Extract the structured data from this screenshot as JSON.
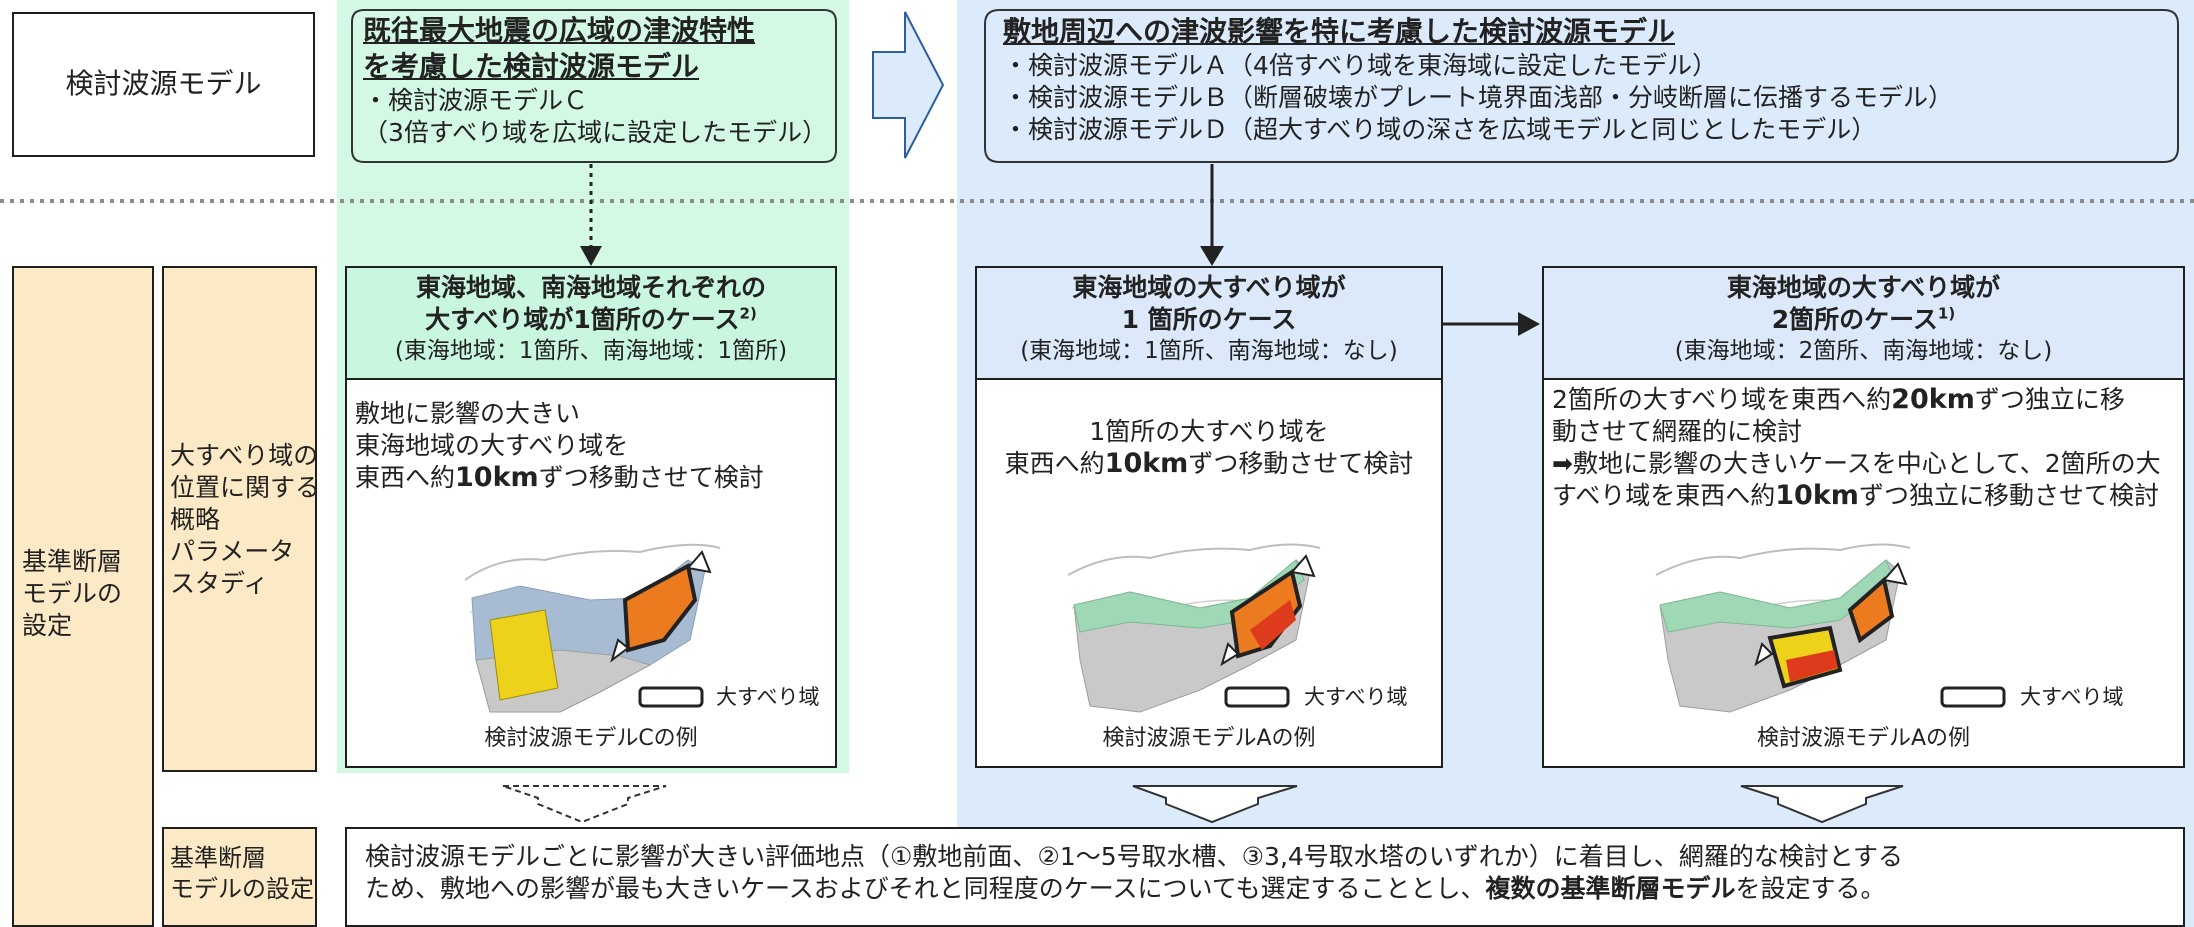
{
  "header": {
    "row_label": "検討波源モデル",
    "left": {
      "title_line1": "既往最大地震の広域の津波特性",
      "title_line2": "を考慮した検討波源モデル",
      "item1": "・検討波源モデルＣ",
      "item2": "（3倍すべり域を広域に設定したモデル）"
    },
    "right": {
      "title": "敷地周辺への津波影響を特に考慮した検討波源モデル",
      "items": [
        "・検討波源モデルＡ（4倍すべり域を東海域に設定したモデル）",
        "・検討波源モデルＢ（断層破壊がプレート境界面浅部・分岐断層に伝播するモデル）",
        "・検討波源モデルＤ（超大すべり域の深さを広域モデルと同じとしたモデル）"
      ]
    }
  },
  "side": {
    "outer_label": [
      "基準断層",
      "モデルの",
      "設定"
    ],
    "inner_label_1": [
      "大すべり域の",
      "位置に関する",
      "概略",
      "パラメータ",
      "スタディ"
    ],
    "inner_label_2": [
      "基準断層",
      "モデルの設定"
    ]
  },
  "cases": [
    {
      "title_line1": "東海地域、南海地域それぞれの",
      "title_line2": "大すべり域が1箇所のケース",
      "title_sup": "2)",
      "subtitle": "(東海地域：1箇所、南海地域：1箇所)",
      "body_lines": [
        "敷地に影響の大きい",
        "東海地域の大すべり域を"
      ],
      "body_last_pre": "東西へ約",
      "body_last_bold": "10km",
      "body_last_post": "ずつ移動させて検討",
      "legend": "大すべり域",
      "caption": "検討波源モデルCの例"
    },
    {
      "title_line1": "東海地域の大すべり域が",
      "title_line2": "1 箇所のケース",
      "title_sup": "",
      "subtitle": "(東海地域：1箇所、南海地域：なし)",
      "body_lines": [
        "1箇所の大すべり域を"
      ],
      "body_last_pre": "東西へ約",
      "body_last_bold": "10km",
      "body_last_post": "ずつ移動させて検討",
      "legend": "大すべり域",
      "caption": "検討波源モデルAの例"
    },
    {
      "title_line1": "東海地域の大すべり域が",
      "title_line2": "2箇所のケース",
      "title_sup": "1)",
      "subtitle": "(東海地域：2箇所、南海地域：なし)",
      "l1_pre": "2箇所の大すべり域を東西へ約",
      "l1_bold": "20km",
      "l1_post": "ずつ独立に移",
      "l2": "動させて網羅的に検討",
      "l3": "➡敷地に影響の大きいケースを中心として、2箇所の大",
      "l4_pre": "すべり域を東西へ約",
      "l4_bold": "10km",
      "l4_post": "ずつ独立に移動させて検討",
      "legend": "大すべり域",
      "caption": "検討波源モデルAの例"
    }
  ],
  "bottom": {
    "line1": "検討波源モデルごとに影響が大きい評価地点（①敷地前面、②1～5号取水槽、③3,4号取水塔のいずれか）に着目し、網羅的な検討とする",
    "line2_pre": "ため、敷地への影響が最も大きいケースおよびそれと同程度のケースについても選定することとし、",
    "line2_bold": "複数の基準断層モデル",
    "line2_post": "を設定する。"
  },
  "colors": {
    "green_bg": "#d3f8e4",
    "blue_bg": "#dcebfb",
    "tan": "#fce9c6",
    "slip_orange": "#ec7a1e",
    "slip_red": "#dd3b1c",
    "slip_yellow": "#ecd21a",
    "fault_grey_blue": "#a7bcd3",
    "fault_green": "#9fd8b4"
  }
}
